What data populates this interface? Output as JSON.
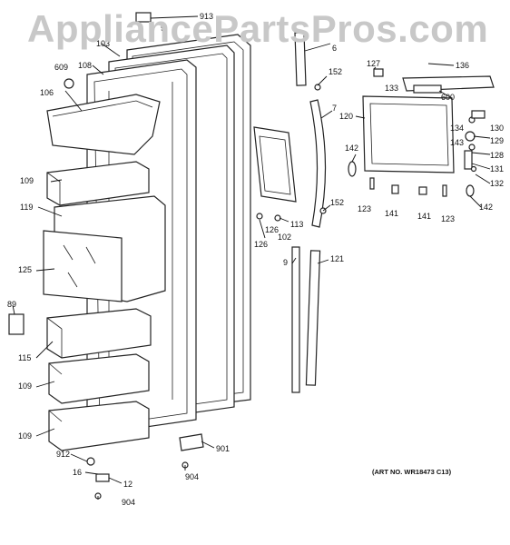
{
  "watermark": "AppliancePartsPros.com",
  "art_number": "(ART NO. WR18473 C13)",
  "callouts": [
    "913",
    "9",
    "103",
    "108",
    "609",
    "106",
    "109",
    "119",
    "125",
    "89",
    "115",
    "109",
    "109",
    "912",
    "16",
    "12",
    "904",
    "904",
    "901",
    "6",
    "152",
    "7",
    "126",
    "102",
    "113",
    "126",
    "152",
    "9",
    "121",
    "127",
    "136",
    "133",
    "600",
    "120",
    "130",
    "134",
    "129",
    "143",
    "128",
    "131",
    "132",
    "142",
    "123",
    "141",
    "141",
    "123",
    "142"
  ]
}
